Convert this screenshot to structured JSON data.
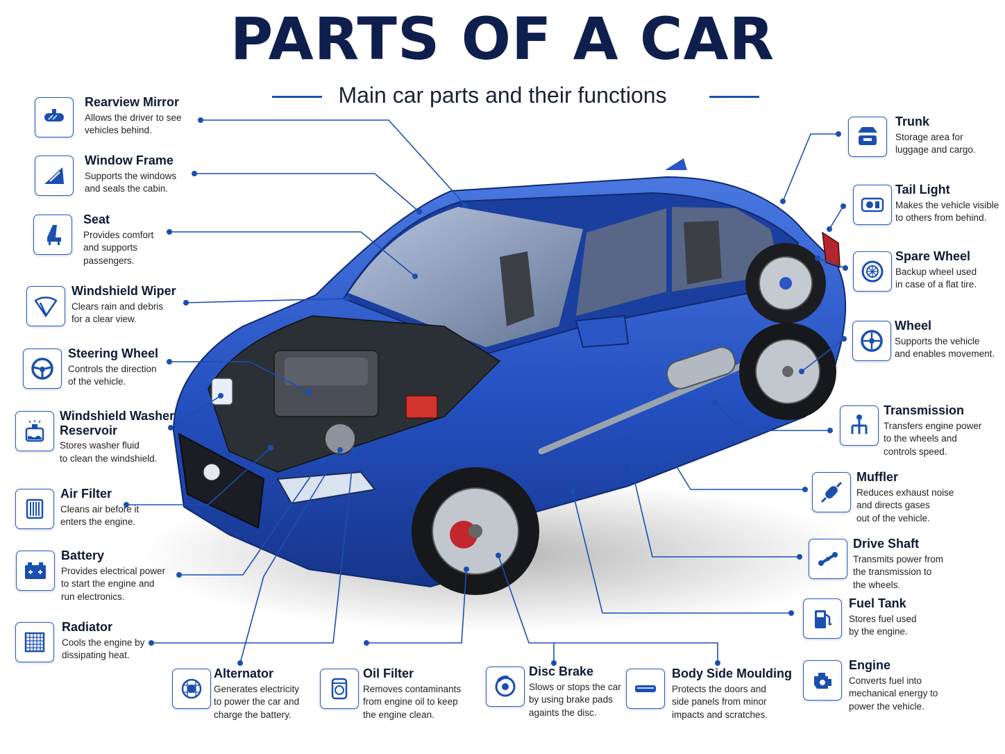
{
  "title": "PARTS OF A CAR",
  "subtitle": "Main car parts and their functions",
  "colors": {
    "accent": "#1a4fb0",
    "title": "#0f1f4d",
    "car_body": "#2a56c6",
    "leader": "#1a4fb0"
  },
  "parts": [
    {
      "id": "rearview-mirror",
      "name": "Rearview Mirror",
      "desc": [
        "Allows the driver to see",
        "vehicles behind."
      ],
      "icon": "rearview-mirror-icon"
    },
    {
      "id": "window-frame",
      "name": "Window Frame",
      "desc": [
        "Supports the windows",
        "and seals the cabin."
      ],
      "icon": "window-frame-icon"
    },
    {
      "id": "seat",
      "name": "Seat",
      "desc": [
        "Provides comfort",
        "and supports",
        "passengers."
      ],
      "icon": "seat-icon"
    },
    {
      "id": "windshield-wiper",
      "name": "Windshield Wiper",
      "desc": [
        "Clears rain and debris",
        "for a clear view."
      ],
      "icon": "wiper-icon"
    },
    {
      "id": "steering-wheel",
      "name": "Steering Wheel",
      "desc": [
        "Controls the direction",
        "of the vehicle."
      ],
      "icon": "steering-wheel-icon"
    },
    {
      "id": "washer-reservoir",
      "name": [
        "Windshield Washer",
        "Reservoir"
      ],
      "desc": [
        "Stores washer fluid",
        "to clean the windshield."
      ],
      "icon": "washer-reservoir-icon"
    },
    {
      "id": "air-filter",
      "name": "Air Filter",
      "desc": [
        "Cleans air before it",
        "enters the engine."
      ],
      "icon": "air-filter-icon"
    },
    {
      "id": "battery",
      "name": "Battery",
      "desc": [
        "Provides electrical power",
        "to start the engine and",
        "run electronics."
      ],
      "icon": "battery-icon"
    },
    {
      "id": "radiator",
      "name": "Radiator",
      "desc": [
        "Cools the engine by",
        "dissipating heat."
      ],
      "icon": "radiator-icon"
    },
    {
      "id": "alternator",
      "name": "Alternator",
      "desc": [
        "Generates electricity",
        "to power the car and",
        "charge the battery."
      ],
      "icon": "alternator-icon"
    },
    {
      "id": "oil-filter",
      "name": "Oil Filter",
      "desc": [
        "Removes contaminants",
        "from engine oil to keep",
        "the engine clean."
      ],
      "icon": "oil-filter-icon"
    },
    {
      "id": "disc-brake",
      "name": "Disc Brake",
      "desc": [
        "Slows or stops the car",
        "by using brake pads",
        "againts the disc."
      ],
      "icon": "disc-brake-icon"
    },
    {
      "id": "body-side-moulding",
      "name": "Body Side Moulding",
      "desc": [
        "Protects the doors and",
        "side panels from minor",
        "impacts and scratches."
      ],
      "icon": "moulding-icon"
    },
    {
      "id": "trunk",
      "name": "Trunk",
      "desc": [
        "Storage area for",
        "luggage and cargo."
      ],
      "icon": "trunk-icon"
    },
    {
      "id": "tail-light",
      "name": "Tail Light",
      "desc": [
        "Makes the vehicle visible",
        "to others from behind."
      ],
      "icon": "tail-light-icon"
    },
    {
      "id": "spare-wheel",
      "name": "Spare Wheel",
      "desc": [
        "Backup wheel used",
        "in case of a flat tire."
      ],
      "icon": "spare-wheel-icon"
    },
    {
      "id": "wheel",
      "name": "Wheel",
      "desc": [
        "Supports the vehicle",
        "and enables movement."
      ],
      "icon": "wheel-icon"
    },
    {
      "id": "transmission",
      "name": "Transmission",
      "desc": [
        "Transfers engine power",
        "to the wheels and",
        "controls speed."
      ],
      "icon": "transmission-icon"
    },
    {
      "id": "muffler",
      "name": "Muffler",
      "desc": [
        "Reduces exhaust noise",
        "and directs gases",
        "out of the vehicle."
      ],
      "icon": "muffler-icon"
    },
    {
      "id": "drive-shaft",
      "name": "Drive Shaft",
      "desc": [
        "Transmits power from",
        "the transmission to",
        "the wheels."
      ],
      "icon": "drive-shaft-icon"
    },
    {
      "id": "fuel-tank",
      "name": "Fuel Tank",
      "desc": [
        "Stores fuel used",
        "by the engine."
      ],
      "icon": "fuel-tank-icon"
    },
    {
      "id": "engine",
      "name": "Engine",
      "desc": [
        "Converts fuel into",
        "mechanical energy to",
        "power the vehicle."
      ],
      "icon": "engine-icon"
    }
  ]
}
